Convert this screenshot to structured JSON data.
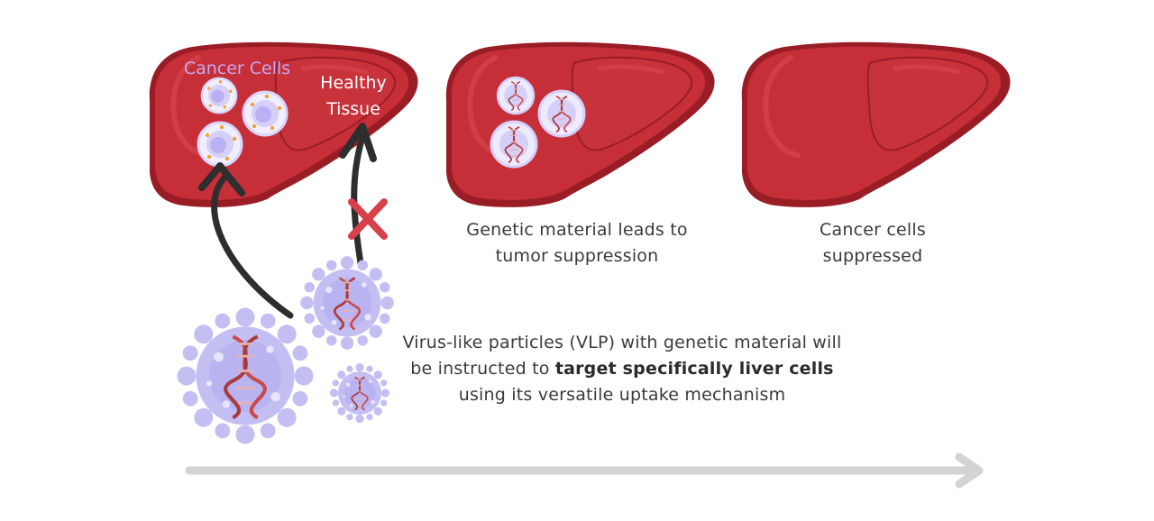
{
  "labels": {
    "cancer_cells": "Cancer Cells",
    "healthy_line1": "Healthy",
    "healthy_line2": "Tissue",
    "genetic_line1": "Genetic material leads to",
    "genetic_line2": "tumor suppression",
    "suppressed_line1": "Cancer cells",
    "suppressed_line2": "suppressed",
    "vlp_part1": "Virus-like particles (VLP) with genetic material will be instructed to ",
    "vlp_bold": "target specifically liver cells",
    "vlp_part2": " using its versatile uptake mechanism"
  },
  "colors": {
    "liver_main": "#c62f38",
    "liver_dark": "#9a1d26",
    "liver_light": "#d8464e",
    "cancer_label": "#c8a8f2",
    "virus": "#c4bff3",
    "dna": "#c94a4a",
    "arrow": "#2e2e2e",
    "cross": "#d9414a",
    "timeline": "#d3d3d3"
  },
  "icons": [
    "liver-icon",
    "cancer-cell-icon",
    "virus-particle-icon",
    "dna-icon",
    "cross-icon",
    "timeline-arrow-icon"
  ]
}
